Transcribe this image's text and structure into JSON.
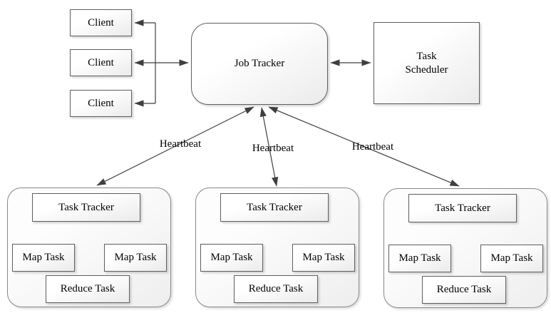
{
  "colors": {
    "line": "#3f3f3f",
    "box_border": "#5f5f5f",
    "container_border": "#898989",
    "fill_start": "#ffffff",
    "fill_end": "#ebebeb",
    "text": "#000000"
  },
  "clients": [
    {
      "label": "Client"
    },
    {
      "label": "Client"
    },
    {
      "label": "Client"
    }
  ],
  "job_tracker": {
    "label": "Job Tracker"
  },
  "task_scheduler": {
    "line1": "Task",
    "line2": "Scheduler"
  },
  "heartbeats": [
    {
      "label": "Heartbeat"
    },
    {
      "label": "Heartbeat"
    },
    {
      "label": "Heartbeat"
    }
  ],
  "workers": [
    {
      "tracker": "Task Tracker",
      "map_left": "Map Task",
      "map_right": "Map Task",
      "reduce": "Reduce Task"
    },
    {
      "tracker": "Task Tracker",
      "map_left": "Map Task",
      "map_right": "Map Task",
      "reduce": "Reduce Task"
    },
    {
      "tracker": "Task Tracker",
      "map_left": "Map Task",
      "map_right": "Map Task",
      "reduce": "Reduce Task"
    }
  ]
}
